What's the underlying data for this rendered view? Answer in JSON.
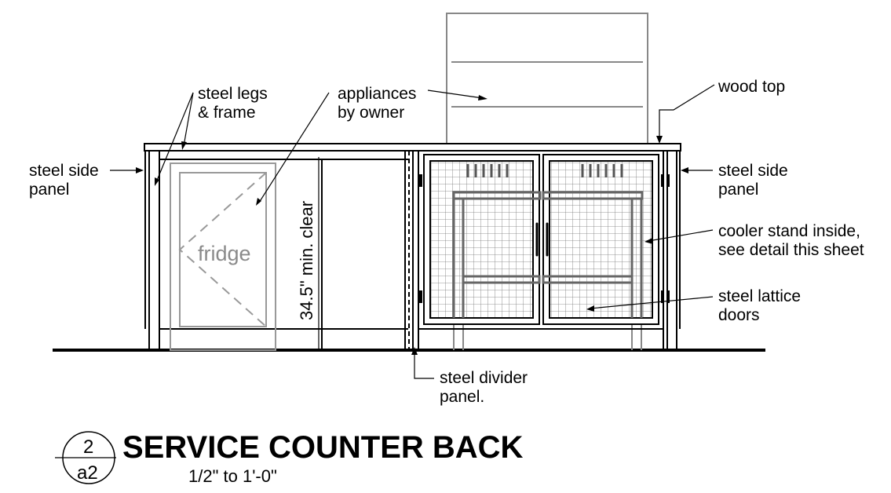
{
  "labels": {
    "steel_legs_line1": "steel legs",
    "steel_legs_line2": "& frame",
    "appliances_line1": "appliances",
    "appliances_line2": "by owner",
    "wood_top": "wood top",
    "steel_side_left_line1": "steel side",
    "steel_side_left_line2": "panel",
    "steel_side_right_line1": "steel side",
    "steel_side_right_line2": "panel",
    "cooler_line1": "cooler stand inside,",
    "cooler_line2": "see detail this sheet",
    "lattice_line1": "steel lattice",
    "lattice_line2": "doors",
    "divider_line1": "steel divider",
    "divider_line2": "panel.",
    "fridge": "fridge",
    "clearance": "34.5\" min. clear"
  },
  "title_block": {
    "detail_number": "2",
    "sheet_number": "a2",
    "title": "SERVICE COUNTER BACK",
    "scale": "1/2\" to 1'-0\""
  }
}
